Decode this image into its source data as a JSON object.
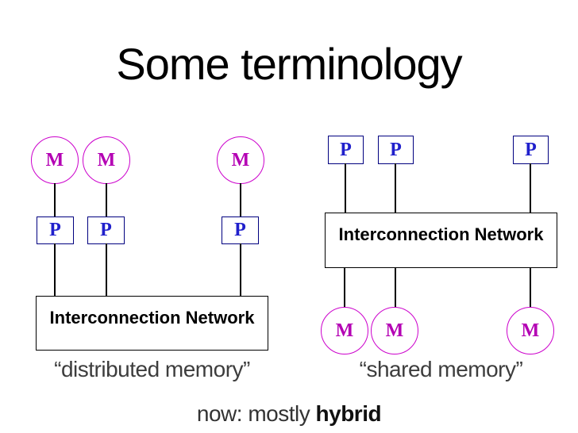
{
  "title": "Some terminology",
  "labels": {
    "memory": "M",
    "processor": "P",
    "network": "Interconnection Network"
  },
  "captions": {
    "distributed": "“distributed memory”",
    "shared": "“shared memory”"
  },
  "footer": {
    "prefix": "now: mostly ",
    "emphasis": "hybrid"
  },
  "colors": {
    "memory_outline": "#cc00cc",
    "memory_text": "#b400b4",
    "processor_outline": "#000080",
    "processor_text": "#2020cc",
    "network_outline": "#000000",
    "connector": "#000000",
    "caption_text": "#3d3d3d",
    "title_text": "#000000",
    "footer_text": "#333333",
    "background": "#ffffff"
  }
}
